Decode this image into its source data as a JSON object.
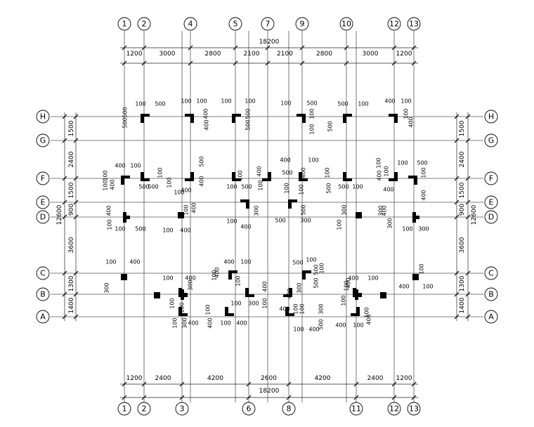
{
  "grid": {
    "top_labels": [
      "1",
      "2",
      "4",
      "5",
      "7",
      "9",
      "10",
      "12",
      "13"
    ],
    "bottom_labels": [
      "1",
      "2",
      "3",
      "6",
      "8",
      "11",
      "12",
      "13"
    ],
    "row_labels": [
      "H",
      "G",
      "F",
      "E",
      "D",
      "C",
      "B",
      "A"
    ]
  },
  "dimensions": {
    "top_total": "18200",
    "top_segments": [
      "1200",
      "3000",
      "2800",
      "2100",
      "2100",
      "2800",
      "3000",
      "1200"
    ],
    "bottom_total": "18200",
    "bottom_segments": [
      "1200",
      "2400",
      "4200",
      "2600",
      "4200",
      "2400",
      "1200"
    ],
    "left_segments": [
      "1500",
      "2400",
      "1500",
      "900",
      "3600",
      "1300",
      "1400"
    ],
    "left_total": "12600",
    "right_segments": [
      "1500",
      "2400",
      "1500",
      "900",
      "3600",
      "1300",
      "1400"
    ],
    "right_total": "12600"
  },
  "column_annotations": [
    "100",
    "500",
    "500",
    "100",
    "100",
    "400",
    "400",
    "100",
    "100",
    "500",
    "500",
    "100",
    "500",
    "100",
    "100",
    "500",
    "500",
    "100",
    "400",
    "100",
    "100",
    "400",
    "500",
    "100",
    "400",
    "100",
    "500",
    "500",
    "100",
    "100",
    "500",
    "400",
    "400",
    "100",
    "500",
    "100",
    "400",
    "100",
    "400",
    "100",
    "500",
    "100",
    "100",
    "400",
    "100",
    "500",
    "500",
    "100",
    "100",
    "400",
    "400",
    "100",
    "100",
    "500",
    "100",
    "400",
    "100",
    "400",
    "400",
    "100",
    "100",
    "500",
    "100",
    "400",
    "100",
    "400",
    "100",
    "400",
    "300",
    "500",
    "300",
    "500",
    "300",
    "100",
    "400",
    "300",
    "100",
    "300",
    "300",
    "100",
    "400",
    "300",
    "100",
    "400",
    "300",
    "100",
    "100",
    "300",
    "100",
    "400",
    "100",
    "400",
    "100",
    "400",
    "400",
    "100",
    "400",
    "100",
    "100",
    "300",
    "400",
    "100",
    "400",
    "100",
    "300",
    "500",
    "100",
    "500",
    "100",
    "500",
    "300",
    "500",
    "100",
    "400",
    "400",
    "100",
    "100",
    "100",
    "400",
    "100",
    "400",
    "100",
    "100",
    "100",
    "400",
    "400",
    "100",
    "100",
    "400",
    "100",
    "400",
    "100",
    "100",
    "400"
  ]
}
